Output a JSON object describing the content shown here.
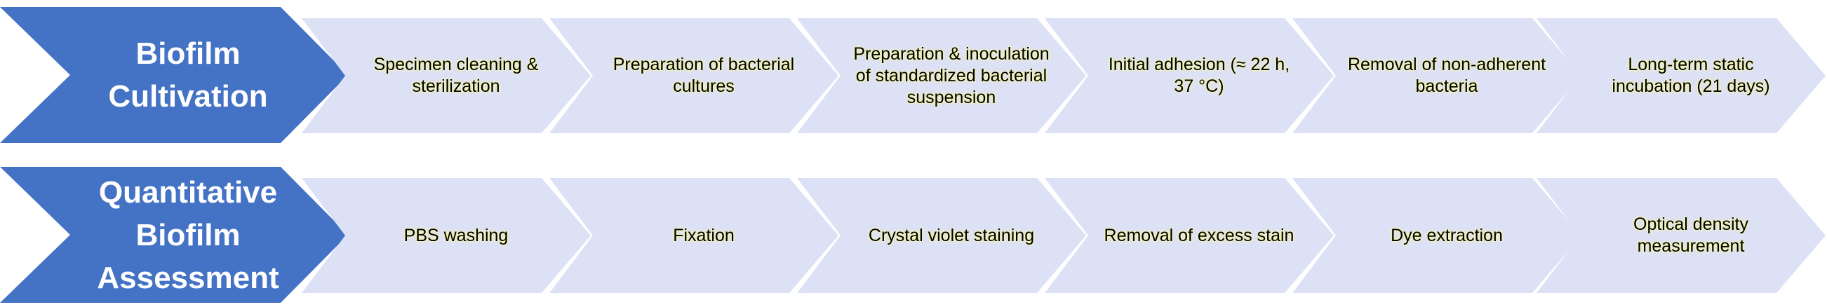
{
  "rows": [
    {
      "header": "Biofilm\nCultivation",
      "steps": [
        "Specimen cleaning & sterilization",
        "Preparation of bacterial cultures",
        "Preparation & inoculation of standardized bacterial suspension",
        "Initial adhesion (≈ 22 h, 37 °C)",
        "Removal of non-adherent bacteria",
        "Long-term static incubation (21 days)"
      ]
    },
    {
      "header": "Quantitative\nBiofilm\nAssessment",
      "steps": [
        "PBS washing",
        "Fixation",
        "Crystal violet staining",
        "Removal of excess stain",
        "Dye extraction",
        "Optical density measurement"
      ]
    }
  ],
  "colors": {
    "header_fill": "#4472c4",
    "step_fill": "#dde1f5",
    "header_text": "#ffffff",
    "step_text": "#000000"
  }
}
